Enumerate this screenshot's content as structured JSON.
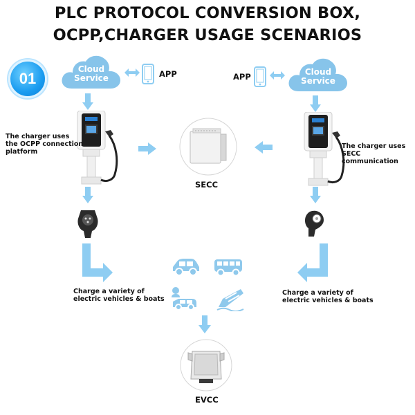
{
  "title": {
    "line1": "PLC PROTOCOL CONVERSION BOX,",
    "line2": "OCPP,CHARGER USAGE SCENARIOS"
  },
  "badge": "01",
  "left": {
    "cloud": {
      "line1": "Cloud",
      "line2": "Service"
    },
    "app_label": "APP",
    "charger_label": [
      "The charger uses",
      "the OCPP connection",
      "platform"
    ],
    "vehicles_label": [
      "Charge a variety of",
      "electric vehicles & boats"
    ]
  },
  "right": {
    "cloud": {
      "line1": "Cloud",
      "line2": "Service"
    },
    "app_label": "APP",
    "charger_label": [
      "The charger uses",
      "SECC communication"
    ],
    "vehicles_label": [
      "Charge a variety of",
      "electric vehicles & boats"
    ]
  },
  "secc_label": "SECC",
  "evcc_label": "EVCC",
  "colors": {
    "arrow": "#8ecdf2",
    "cloud": "#87c4ea",
    "vehicle": "#8fc9ec",
    "badge": "#1a9cf0"
  },
  "icons": [
    "cloud-icon",
    "phone-icon",
    "double-arrow-icon",
    "ev-charger-icon",
    "secc-module-icon",
    "charging-plug-icon",
    "car-icon",
    "bus-icon",
    "passenger-car-icon",
    "ship-icon",
    "evcc-module-icon",
    "arrow-icon"
  ]
}
